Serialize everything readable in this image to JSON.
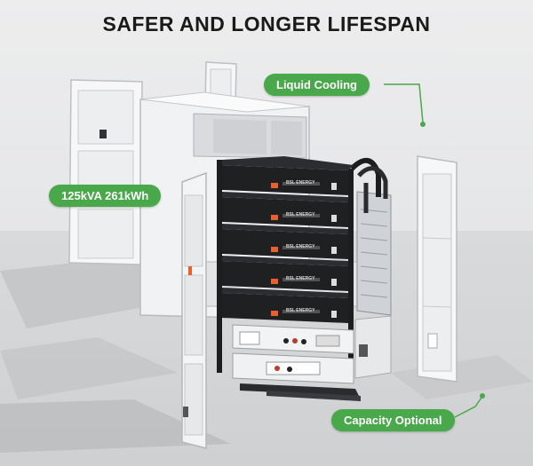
{
  "title": "SAFER AND LONGER LIFESPAN",
  "callouts": {
    "liquid_cooling": "Liquid Cooling",
    "power_capacity": "125kVA 261kWh",
    "capacity_optional": "Capacity Optional"
  },
  "module_brand": "BSL ENERGY",
  "colors": {
    "accent_green": "#48a84a",
    "module_orange": "#e8612c",
    "module_black": "#1f2022"
  }
}
